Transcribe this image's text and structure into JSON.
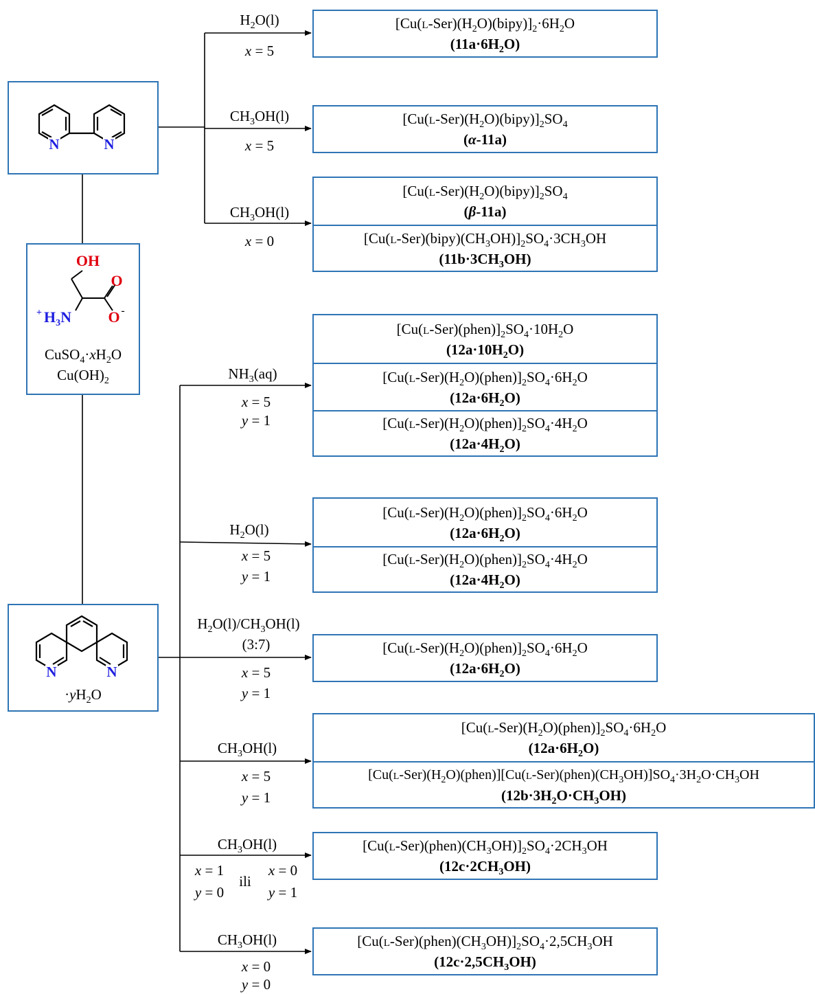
{
  "colors": {
    "box_border": "#2e74b5",
    "nitrogen": "#1f1fe0",
    "oxygen": "#e0000f"
  },
  "reagents": {
    "bipy_atom_n1": "N",
    "bipy_atom_n2": "N",
    "serine_oh": "OH",
    "serine_o": "O",
    "serine_ominus": "O",
    "serine_charge_minus": "-",
    "serine_plus": "+",
    "serine_h3n": "H3N",
    "copper_line1": "CuSO4·xH2O",
    "copper_line2": "Cu(OH)2",
    "phen_atom_n1": "N",
    "phen_atom_n2": "N",
    "phen_hydrate": "·yH2O"
  },
  "routes": [
    {
      "solvent": "H2O(l)",
      "cond": [
        "x = 5"
      ],
      "products": [
        {
          "formula": "[Cu(L-Ser)(H2O)(bipy)]2·6H2O",
          "label": "(11a·6H2O)"
        }
      ]
    },
    {
      "solvent": "CH3OH(l)",
      "cond": [
        "x = 5"
      ],
      "products": [
        {
          "formula": "[Cu(L-Ser)(H2O)(bipy)]2SO4",
          "label": "(α-11a)"
        }
      ]
    },
    {
      "solvent": "CH3OH(l)",
      "cond": [
        "x = 0"
      ],
      "products": [
        {
          "formula": "[Cu(L-Ser)(H2O)(bipy)]2SO4",
          "label": "(β-11a)"
        },
        {
          "formula": "[Cu(L-Ser)(bipy)(CH3OH)]2SO4·3CH3OH",
          "label": "(11b·3CH3OH)"
        }
      ]
    },
    {
      "solvent": "NH3(aq)",
      "cond": [
        "x = 5",
        "y = 1"
      ],
      "products": [
        {
          "formula": "[Cu(L-Ser)(phen)]2SO4·10H2O",
          "label": "(12a·10H2O)"
        },
        {
          "formula": "[Cu(L-Ser)(H2O)(phen)]2SO4·6H2O",
          "label": "(12a·6H2O)"
        },
        {
          "formula": "[Cu(L-Ser)(H2O)(phen)]2SO4·4H2O",
          "label": "(12a·4H2O)"
        }
      ]
    },
    {
      "solvent": "H2O(l)",
      "cond": [
        "x = 5",
        "y = 1"
      ],
      "products": [
        {
          "formula": "[Cu(L-Ser)(H2O)(phen)]2SO4·6H2O",
          "label": "(12a·6H2O)"
        },
        {
          "formula": "[Cu(L-Ser)(H2O)(phen)]2SO4·4H2O",
          "label": "(12a·4H2O)"
        }
      ]
    },
    {
      "solvent": "H2O(l)/CH3OH(l)",
      "solvent_ratio": "(3:7)",
      "cond": [
        "x = 5",
        "y = 1"
      ],
      "products": [
        {
          "formula": "[Cu(L-Ser)(H2O)(phen)]2SO4·6H2O",
          "label": "(12a·6H2O)"
        }
      ]
    },
    {
      "solvent": "CH3OH(l)",
      "cond": [
        "x = 5",
        "y = 1"
      ],
      "products": [
        {
          "formula": "[Cu(L-Ser)(H2O)(phen)]2SO4·6H2O",
          "label": "(12a·6H2O)"
        },
        {
          "formula": "[Cu(L-Ser)(H2O)(phen)][Cu(L-Ser)(phen)(CH3OH)]SO4·3H2O·CH3OH",
          "label": "(12b·3H2O·CH3OH)"
        }
      ]
    },
    {
      "solvent": "CH3OH(l)",
      "cond_left": [
        "x = 1",
        "y = 0"
      ],
      "cond_joiner": "ili",
      "cond_right": [
        "x = 0",
        "y = 1"
      ],
      "products": [
        {
          "formula": "[Cu(L-Ser)(phen)(CH3OH)]2SO4·2CH3OH",
          "label": "(12c·2CH3OH)"
        }
      ]
    },
    {
      "solvent": "CH3OH(l)",
      "cond": [
        "x = 0",
        "y = 0"
      ],
      "products": [
        {
          "formula": "[Cu(L-Ser)(phen)(CH3OH)]2SO4·2,5CH3OH",
          "label": "(12c·2,5CH3OH)"
        }
      ]
    }
  ]
}
